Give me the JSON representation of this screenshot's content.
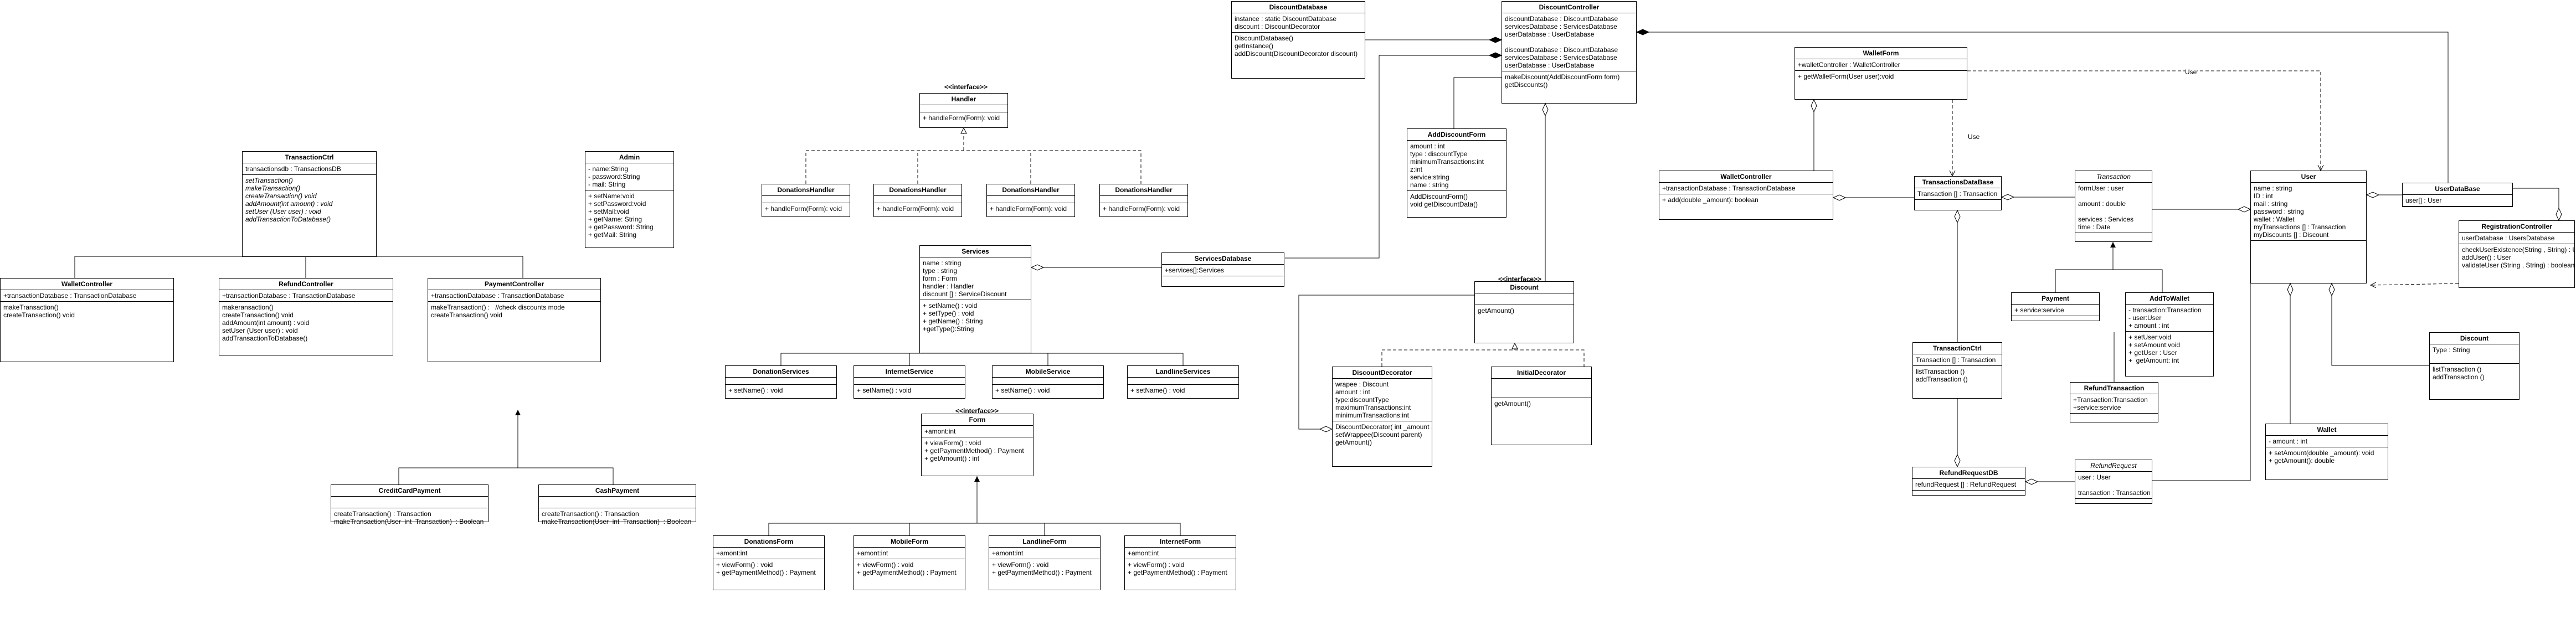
{
  "diagram": {
    "classes": [
      {
        "id": "DiscountDatabase",
        "name": "DiscountDatabase",
        "attributes": [
          "instance : static DiscountDatabase",
          "discount : DiscountDecorator"
        ],
        "methods": [
          "DiscountDatabase()",
          "getInstance()",
          "addDiscount(DiscountDecorator discount)"
        ]
      },
      {
        "id": "DiscountController",
        "name": "DiscountController",
        "attributes": [
          "discountDatabase : DiscountDatabase",
          "servicesDatabase : ServicesDatabase",
          "userDatabase : UserDatabase",
          "",
          "discountDatabase : DiscountDatabase",
          "servicesDatabase : ServicesDatabase",
          "userDatabase : UserDatabase"
        ],
        "methods": [
          "makeDiscount(AddDiscountForm form)",
          "getDiscounts()"
        ]
      },
      {
        "id": "WalletForm",
        "name": "WalletForm",
        "attributes": [
          "+walletController : WalletController"
        ],
        "methods": [
          "+ getWalletForm(User user):void"
        ]
      },
      {
        "id": "Handler",
        "name": "Handler",
        "attributes": [],
        "methods": [
          "+ handleForm(Form): void"
        ]
      },
      {
        "id": "AddDiscountForm",
        "name": "AddDiscountForm",
        "attributes": [
          "amount : int",
          "type : discountType",
          "minimumTransactions:int",
          "z:int",
          "service:string",
          "name : string"
        ],
        "methods": [
          "AddDiscountForm()",
          "void getDiscountData()"
        ]
      },
      {
        "id": "TransactionCtrl",
        "name": "TransactionCtrl",
        "attributes": [
          "transactionsdb : TransactionsDB"
        ],
        "methods": [
          "setTransaction()",
          "makeTransaction()",
          "createTransaction() void",
          "addAmount(int amount) : void",
          "setUser (User user) : void",
          "addTransactionToDatabase()"
        ],
        "methodsItalic": true
      },
      {
        "id": "Admin",
        "name": "Admin",
        "attributes": [
          "- name:String",
          "- password:String",
          "- mail: String"
        ],
        "methods": [
          "+ setName:void",
          "+ setPassword:void",
          "+ setMail:void",
          "+ getName: String",
          "+ getPassword: String",
          "+ getMail: String"
        ]
      },
      {
        "id": "DonationsHandler1",
        "name": "DonationsHandler",
        "attributes": [],
        "methods": [
          "+ handleForm(Form): void"
        ]
      },
      {
        "id": "DonationsHandler2",
        "name": "DonationsHandler",
        "attributes": [],
        "methods": [
          "+ handleForm(Form): void"
        ]
      },
      {
        "id": "DonationsHandler3",
        "name": "DonationsHandler",
        "attributes": [],
        "methods": [
          "+ handleForm(Form): void"
        ]
      },
      {
        "id": "DonationsHandler4",
        "name": "DonationsHandler",
        "attributes": [],
        "methods": [
          "+ handleForm(Form): void"
        ]
      },
      {
        "id": "WalletController",
        "name": "WalletController",
        "attributes": [
          "+transactionDatabase : TransactionDatabase"
        ],
        "methods": [
          "+ add(double _amount): boolean"
        ]
      },
      {
        "id": "TransactionsDataBase",
        "name": "TransactionsDataBase",
        "attributes": [
          "Transaction [] : Transaction"
        ],
        "methods": [
          ""
        ]
      },
      {
        "id": "Transaction",
        "name": "Transaction",
        "headItalic": true,
        "attributes": [
          "formUser : user",
          "",
          "amount : double",
          "",
          "services : Services",
          "time : Date"
        ],
        "methods": [
          ""
        ]
      },
      {
        "id": "User",
        "name": "User",
        "attributes": [
          "name : string",
          "ID : int",
          "mail : string",
          "password : string",
          "wallet : Wallet",
          "myTransactions [] : Transaction",
          "myDiscounts [] : Discount"
        ],
        "methods": [
          ""
        ]
      },
      {
        "id": "UserDataBase",
        "name": "UserDataBase",
        "attributes": [
          "user[] : User"
        ],
        "methods": []
      },
      {
        "id": "RegistrationController",
        "name": "RegistrationController",
        "attributes": [
          "userDatabase : UsersDatabase"
        ],
        "methods": [
          "checkUserExistence(String , String) : User",
          "addUser() : User",
          "validateUser (String , String) : boolean"
        ]
      },
      {
        "id": "Services",
        "name": "Services",
        "attributes": [
          "name : string",
          "type : string",
          "form : Form",
          "handler : Handler",
          "discount [] : ServiceDiscount"
        ],
        "methods": [
          "+ setName() : void",
          "+ setType() : void",
          "+ getName() : String",
          "+getType():String"
        ]
      },
      {
        "id": "ServicesDatabase",
        "name": "ServicesDatabase",
        "attributes": [
          "+services[]:Services"
        ],
        "methods": [
          ""
        ]
      },
      {
        "id": "Discount",
        "name": "Discount",
        "attributes": [
          ""
        ],
        "methods": [
          "getAmount()",
          ""
        ]
      },
      {
        "id": "WalletController2",
        "name": "WalletController",
        "attributes": [
          "+transactionDatabase : TransactionDatabase"
        ],
        "methods": [
          "makeTransaction()",
          "createTransaction() void"
        ]
      },
      {
        "id": "RefundController",
        "name": "RefundController",
        "attributes": [
          "+transactionDatabase : TransactionDatabase"
        ],
        "methods": [
          "makeransaction()",
          "createTransaction() void",
          "addAmount(int amount) : void",
          "setUser (User user) : void",
          "addTransactionToDatabase()"
        ]
      },
      {
        "id": "PaymentController",
        "name": "PaymentController",
        "attributes": [
          "+transactionDatabase : TransactionDatabase"
        ],
        "methods": [
          "makeTransaction() :   //check discounts mode",
          "createTransaction() void"
        ]
      },
      {
        "id": "Payment",
        "name": "Payment",
        "attributes": [
          "+ service:service"
        ],
        "methods": []
      },
      {
        "id": "AddToWallet",
        "name": "AddToWallet",
        "attributes": [
          "- transaction:Transaction",
          "- user:User",
          "+ amount : int"
        ],
        "methods": [
          "+ setUser:void",
          "+ setAmount:void",
          "+ getUser : User",
          "+  getAmount: int"
        ]
      },
      {
        "id": "Discount2",
        "name": "Discount",
        "attributes": [
          "Type : String",
          ""
        ],
        "methods": [
          "listTransaction ()",
          "addTransaction ()"
        ]
      },
      {
        "id": "TransactionCtrl2",
        "name": "TransactionCtrl",
        "attributes": [
          "Transaction [] : Transaction"
        ],
        "methods": [
          "listTransaction ()",
          "addTransaction ()"
        ]
      },
      {
        "id": "RefundTransaction",
        "name": "RefundTransaction",
        "attributes": [
          "+Transaction:Transaction",
          "+service:service"
        ],
        "methods": []
      },
      {
        "id": "DonationServices",
        "name": "DonationServices",
        "attributes": [],
        "methods": [
          "+ setName() : void"
        ]
      },
      {
        "id": "InternetService",
        "name": "InternetService",
        "attributes": [],
        "methods": [
          "+ setName() : void"
        ]
      },
      {
        "id": "MobileService",
        "name": "MobileService",
        "attributes": [],
        "methods": [
          "+ setName() : void"
        ]
      },
      {
        "id": "LandlineServices",
        "name": "LandlineServices",
        "attributes": [],
        "methods": [
          "+ setName() : void"
        ]
      },
      {
        "id": "DiscountDecorator",
        "name": "DiscountDecorator",
        "attributes": [
          "wrapee : Discount",
          "amount : int",
          "type:discountType",
          "maximumTransactions:int",
          "minimumTransactions:int"
        ],
        "methods": [
          "DiscountDecorator( int _amount ,",
          "setWrappee(Discount parent)",
          "getAmount()"
        ]
      },
      {
        "id": "InitialDecorator",
        "name": "InitialDecorator",
        "attributes": [
          "",
          ""
        ],
        "methods": [
          "getAmount()",
          ""
        ]
      },
      {
        "id": "Wallet",
        "name": "Wallet",
        "attributes": [
          "- amount : int"
        ],
        "methods": [
          "+ setAmount(double _amount): void",
          "+ getAmount(): double"
        ]
      },
      {
        "id": "CreditCardPayment",
        "name": "CreditCardPayment",
        "attributes": [
          ""
        ],
        "methods": [
          "createTransaction() : Transaction",
          "makeTransaction(User  int  Transaction)  : Boolean"
        ]
      },
      {
        "id": "CashPayment",
        "name": "CashPayment",
        "attributes": [
          ""
        ],
        "methods": [
          "createTransaction() : Transaction",
          "makeTransaction(User  int  Transaction)  : Boolean"
        ]
      },
      {
        "id": "Form",
        "name": "Form",
        "attributes": [
          "+amont:int"
        ],
        "methods": [
          "+ viewForm() : void",
          "+ getPaymentMethod() : Payment",
          "+ getAmount() : int"
        ]
      },
      {
        "id": "RefundRequestDB",
        "name": "RefundRequestDB",
        "attributes": [
          "refundRequest [] : RefundRequest"
        ],
        "methods": []
      },
      {
        "id": "RefundRequest",
        "name": "RefundRequest",
        "headItalic": true,
        "attributes": [
          "user : User",
          "",
          "transaction : Transaction"
        ],
        "methods": []
      },
      {
        "id": "DonationsForm",
        "name": "DonationsForm",
        "attributes": [
          "+amont:int"
        ],
        "methods": [
          "+ viewForm() : void",
          "+ getPaymentMethod() : Payment"
        ]
      },
      {
        "id": "MobileForm",
        "name": "MobileForm",
        "attributes": [
          "+amont:int"
        ],
        "methods": [
          "+ viewForm() : void",
          "+ getPaymentMethod() : Payment"
        ]
      },
      {
        "id": "LandlineForm",
        "name": "LandlineForm",
        "attributes": [
          "+amont:int"
        ],
        "methods": [
          "+ viewForm() : void",
          "+ getPaymentMethod() : Payment"
        ]
      },
      {
        "id": "InternetForm",
        "name": "InternetForm",
        "attributes": [
          "+amont:int"
        ],
        "methods": [
          "+ viewForm() : void",
          "+ getPaymentMethod() : Payment"
        ]
      }
    ],
    "stereotypes": [
      {
        "id": "handler-interface",
        "text": "<<interface>>"
      },
      {
        "id": "discount-interface",
        "text": "<<interface>>"
      },
      {
        "id": "form-interface",
        "text": "<<interface>>"
      }
    ],
    "edge_labels": [
      {
        "id": "use-walletform-user",
        "text": "Use"
      },
      {
        "id": "use-walletform-tdb",
        "text": "Use"
      }
    ]
  }
}
